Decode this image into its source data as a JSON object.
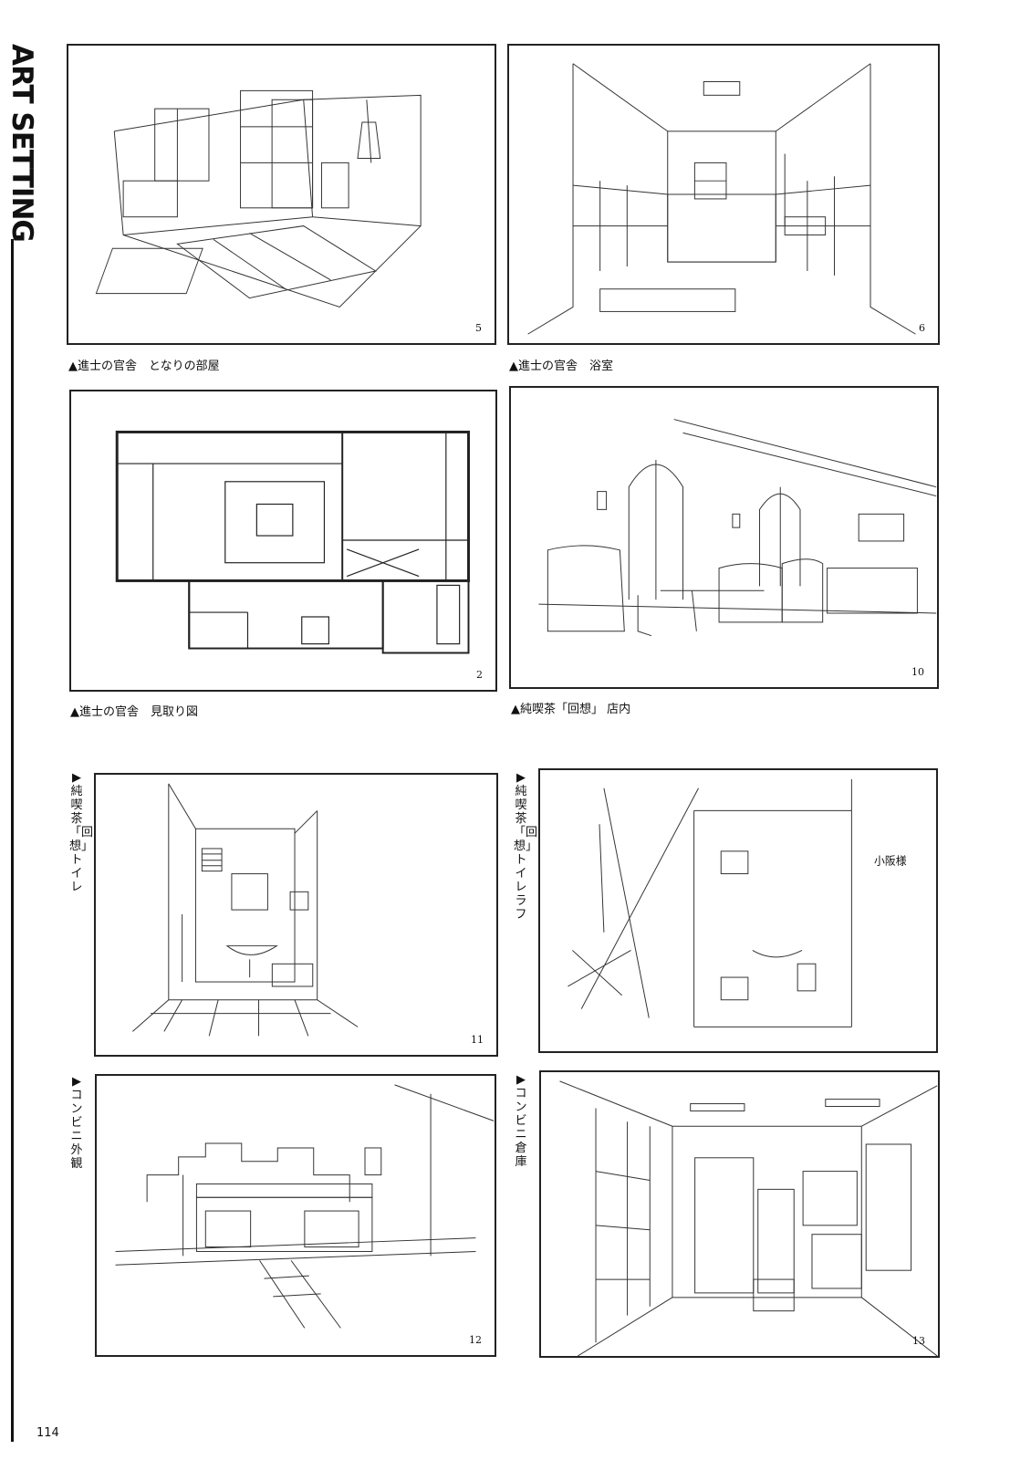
{
  "section_title": "ART SETTING",
  "page_number": "114",
  "panels": [
    {
      "caption": "▲進士の官舎　となりの部屋",
      "number": "5"
    },
    {
      "caption": "▲進士の官舎　浴室",
      "number": "6"
    },
    {
      "caption": "▲進士の官舎　見取り図",
      "number": "2"
    },
    {
      "caption": "▲純喫茶「回想」 店内",
      "number": "10"
    },
    {
      "caption": "▶純喫茶「回想」 トイレ",
      "number": "11"
    },
    {
      "caption": "▶純喫茶「回想」 トイレ ラフ",
      "number": ""
    },
    {
      "caption": "▶コンビニ 外観",
      "number": "12"
    },
    {
      "caption": "▶コンビニ 倉庫",
      "number": "13"
    }
  ]
}
